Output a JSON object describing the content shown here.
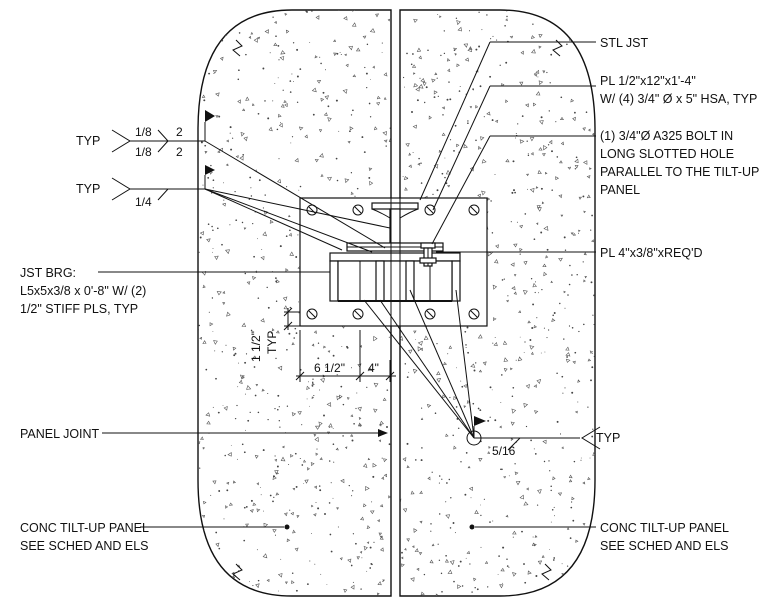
{
  "labels": {
    "stl_jst": "STL JST",
    "pl_hsa_1": "PL 1/2\"x12\"x1'-4\"",
    "pl_hsa_2": "W/ (4) 3/4\" Ø x 5\" HSA, TYP",
    "bolt_1": "(1) 3/4\"Ø A325 BOLT IN",
    "bolt_2": "LONG SLOTTED HOLE",
    "bolt_3": "PARALLEL TO THE TILT-UP",
    "bolt_4": "PANEL",
    "pl_4": "PL 4\"x3/8\"xREQ'D",
    "jst_brg_1": "JST BRG:",
    "jst_brg_2": "L5x5x3/8 x 0'-8\" W/ (2)",
    "jst_brg_3": "1/2\" STIFF PLS, TYP",
    "panel_joint": "PANEL JOINT",
    "conc_left_1": "CONC TILT-UP PANEL",
    "conc_left_2": "SEE SCHED AND ELS",
    "conc_right_1": "CONC TILT-UP PANEL",
    "conc_right_2": "SEE SCHED AND ELS"
  },
  "welds": {
    "w1_typ": "TYP",
    "w1_size_top": "1/8",
    "w1_len_top": "2",
    "w1_size_bot": "1/8",
    "w1_len_bot": "2",
    "w2_typ": "TYP",
    "w2_size": "1/4",
    "w3_size": "5/16",
    "w3_typ": "TYP"
  },
  "dimensions": {
    "vert_dim": "1 1/2\"",
    "vert_typ": "TYP",
    "horiz_1": "6 1/2\"",
    "horiz_2": "4\""
  }
}
